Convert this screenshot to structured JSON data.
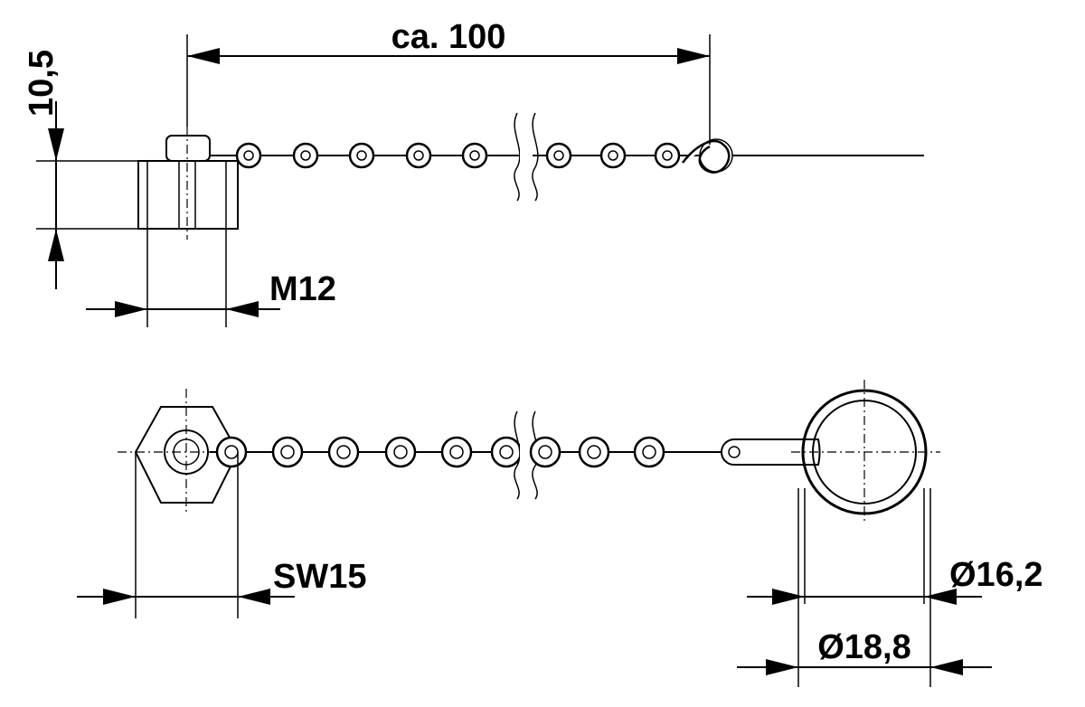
{
  "dimensions": {
    "length": "ca. 100",
    "height": "10,5",
    "thread": "M12",
    "wrench_size": "SW15",
    "ring_inner": "Ø16,2",
    "ring_outer": "Ø18,8"
  }
}
